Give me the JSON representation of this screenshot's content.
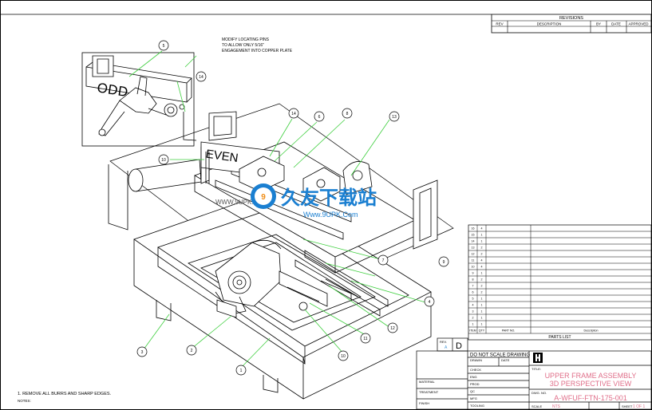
{
  "notes": {
    "heading": "NOTES:",
    "items": [
      "1. REMOVE ALL BURRS AND SHARP EDGES."
    ]
  },
  "detail_note": {
    "lines": [
      "MODIFY LOCATING PINS",
      "TO ALLOW ONLY 5/16\"",
      "ENGAGEMENT INTO COPPER PLATE"
    ]
  },
  "part_labels": {
    "odd": "ODD",
    "even": "EVEN"
  },
  "balloons": {
    "b5": "5",
    "b14a": "14",
    "b14b": "14",
    "b6": "6",
    "b8": "8",
    "b13": "13",
    "b10": "10",
    "b7": "7",
    "b9": "9",
    "b4": "4",
    "b12": "12",
    "b11": "11",
    "b10b": "10",
    "b3": "3",
    "b2": "2",
    "b1": "1"
  },
  "watermark": {
    "brand": "久友下载站",
    "url": "Www.9UPK.Com",
    "url_left": "WWW.9UPK.COM"
  },
  "revisions": {
    "title": "REVISIONS",
    "headers": [
      "REV",
      "DESCRIPTION",
      "BY",
      "DATE",
      "APPROVED"
    ],
    "row": [
      "",
      "",
      "",
      "",
      ""
    ]
  },
  "parts_list": {
    "title": "PARTS LIST",
    "headers": [
      "ITEM",
      "QTY",
      "PART NO.",
      "Description"
    ],
    "rows": [
      [
        "16",
        "4",
        "",
        ""
      ],
      [
        "15",
        "1",
        "",
        ""
      ],
      [
        "14",
        "1",
        "",
        ""
      ],
      [
        "13",
        "2",
        "",
        ""
      ],
      [
        "12",
        "2",
        "",
        ""
      ],
      [
        "11",
        "4",
        "",
        ""
      ],
      [
        "10",
        "4",
        "",
        ""
      ],
      [
        "9",
        "1",
        "",
        ""
      ],
      [
        "8",
        "2",
        "",
        ""
      ],
      [
        "7",
        "2",
        "",
        ""
      ],
      [
        "6",
        "2",
        "",
        ""
      ],
      [
        "5",
        "1",
        "",
        ""
      ],
      [
        "4",
        "1",
        "",
        ""
      ],
      [
        "3",
        "1",
        "",
        ""
      ],
      [
        "2",
        "1",
        "",
        ""
      ],
      [
        "1",
        "1",
        "",
        ""
      ]
    ]
  },
  "title_block": {
    "rev_label": "REV.",
    "rev_value": "D",
    "rev_small": "A",
    "no_scale": "DO NOT SCALE DRAWING",
    "drawn_label": "DRAWN",
    "drawn_value": "",
    "date_label": "DATE",
    "date_value": "",
    "check_label": "CHECK",
    "eng_label": "ENG",
    "eng_value": "",
    "prod_label": "PROD",
    "qc_label": "QC",
    "mfg_label": "MFG",
    "tooling_label": "TOOLING",
    "tolerances_lines": [],
    "material_label": "MATERIAL",
    "material_value": "",
    "treatment_label": "TREATMENT",
    "finish_label": "FINISH",
    "company_line1": "",
    "company_line2": "",
    "company_line3": "",
    "company_city": "",
    "title_label": "TITLE:",
    "title_line1": "UPPER FRAME ASSEMBLY",
    "title_line2": "3D PERSPECTIVE VIEW",
    "dwg_label": "DWG. NO.",
    "dwg_value": "A-WFUF-FTN-175-001",
    "scale_label": "SCALE",
    "scale_value": "NTS",
    "sheet_label": "SHEET",
    "sheet_value": "1 OF 1"
  },
  "colors": {
    "leader": "#3fcf3f",
    "stamp": "#3fcf3f",
    "title_text": "#e06f8a",
    "watermark_blue": "#1a7fd1",
    "watermark_orange": "#f08c14"
  }
}
